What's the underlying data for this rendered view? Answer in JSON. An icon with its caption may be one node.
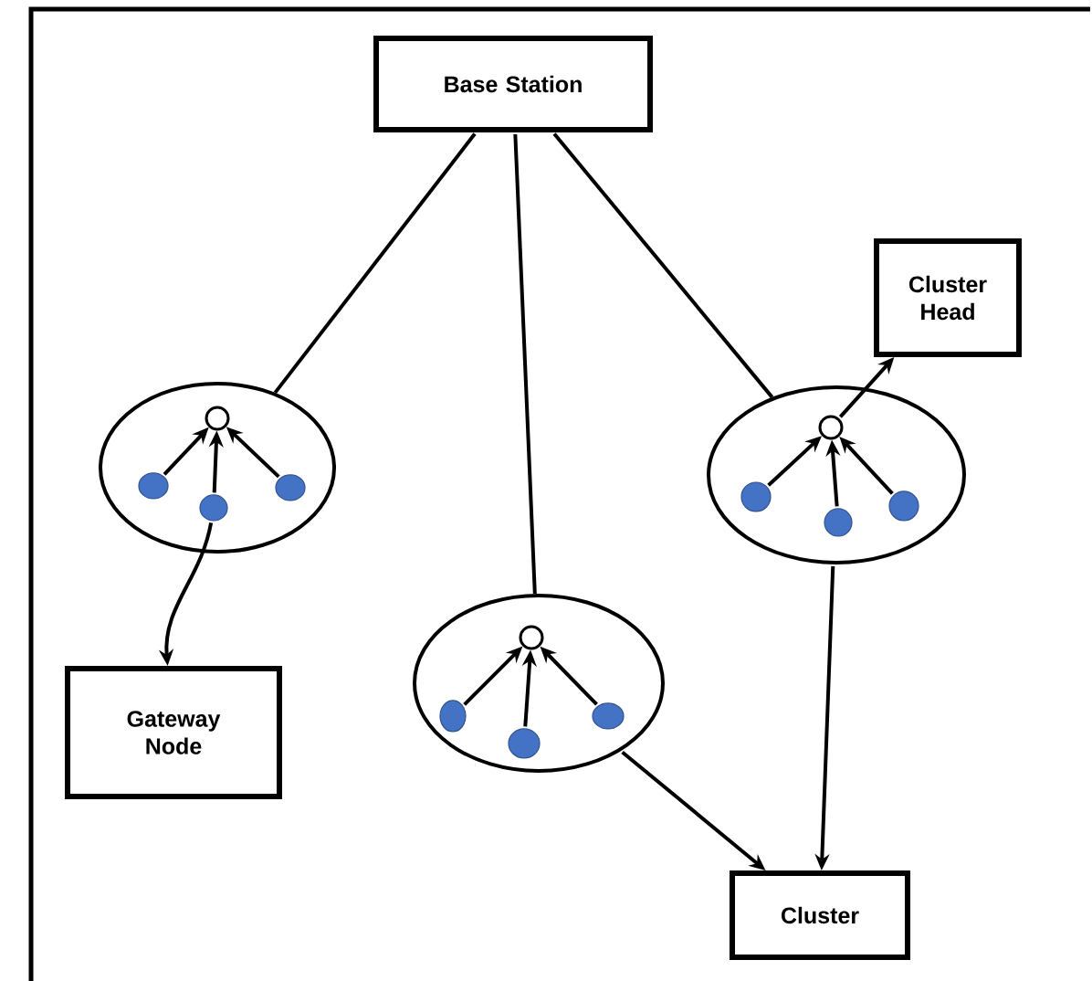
{
  "diagram": {
    "nodes": [
      {
        "text": [
          "Base Station"
        ]
      },
      {
        "text": [
          "Cluster Head"
        ]
      },
      {
        "text": [
          "Gateway Node"
        ]
      },
      {
        "text": [
          "Cluster"
        ]
      },
      {
        "text": [],
        "shape": "ellipse"
      },
      {
        "text": [],
        "shape": "ellipse"
      },
      {
        "text": [],
        "shape": "ellipse"
      },
      {
        "text": [],
        "shape": "circle",
        "in": 4
      },
      {
        "text": [],
        "shape": "dot",
        "in": 4
      },
      {
        "text": [],
        "shape": "dot",
        "in": 4
      },
      {
        "text": [],
        "shape": "dot",
        "in": 4
      },
      {
        "text": [],
        "shape": "circle",
        "in": 5
      },
      {
        "text": [],
        "shape": "dot",
        "in": 5
      },
      {
        "text": [],
        "shape": "dot",
        "in": 5
      },
      {
        "text": [],
        "shape": "dot",
        "in": 5
      },
      {
        "text": [],
        "shape": "circle",
        "in": 6
      },
      {
        "text": [],
        "shape": "dot",
        "in": 6
      },
      {
        "text": [],
        "shape": "dot",
        "in": 6
      },
      {
        "text": [],
        "shape": "dot",
        "in": 6
      }
    ],
    "edges": [
      {
        "from": 0,
        "to": 4,
        "arrow": "none"
      },
      {
        "from": 0,
        "to": 5,
        "arrow": "none"
      },
      {
        "from": 0,
        "to": 6,
        "arrow": "none"
      },
      {
        "from": 8,
        "to": 7,
        "arrow": "to"
      },
      {
        "from": 9,
        "to": 7,
        "arrow": "to"
      },
      {
        "from": 10,
        "to": 7,
        "arrow": "to"
      },
      {
        "from": 12,
        "to": 11,
        "arrow": "to"
      },
      {
        "from": 13,
        "to": 11,
        "arrow": "to"
      },
      {
        "from": 14,
        "to": 11,
        "arrow": "to"
      },
      {
        "from": 16,
        "to": 15,
        "arrow": "to"
      },
      {
        "from": 17,
        "to": 15,
        "arrow": "to"
      },
      {
        "from": 18,
        "to": 15,
        "arrow": "to"
      },
      {
        "from": 9,
        "to": 2,
        "arrow": "to"
      },
      {
        "from": 15,
        "to": 1,
        "arrow": "to"
      },
      {
        "from": 5,
        "to": 3,
        "arrow": "to"
      },
      {
        "from": 6,
        "to": 3,
        "arrow": "to"
      }
    ]
  }
}
